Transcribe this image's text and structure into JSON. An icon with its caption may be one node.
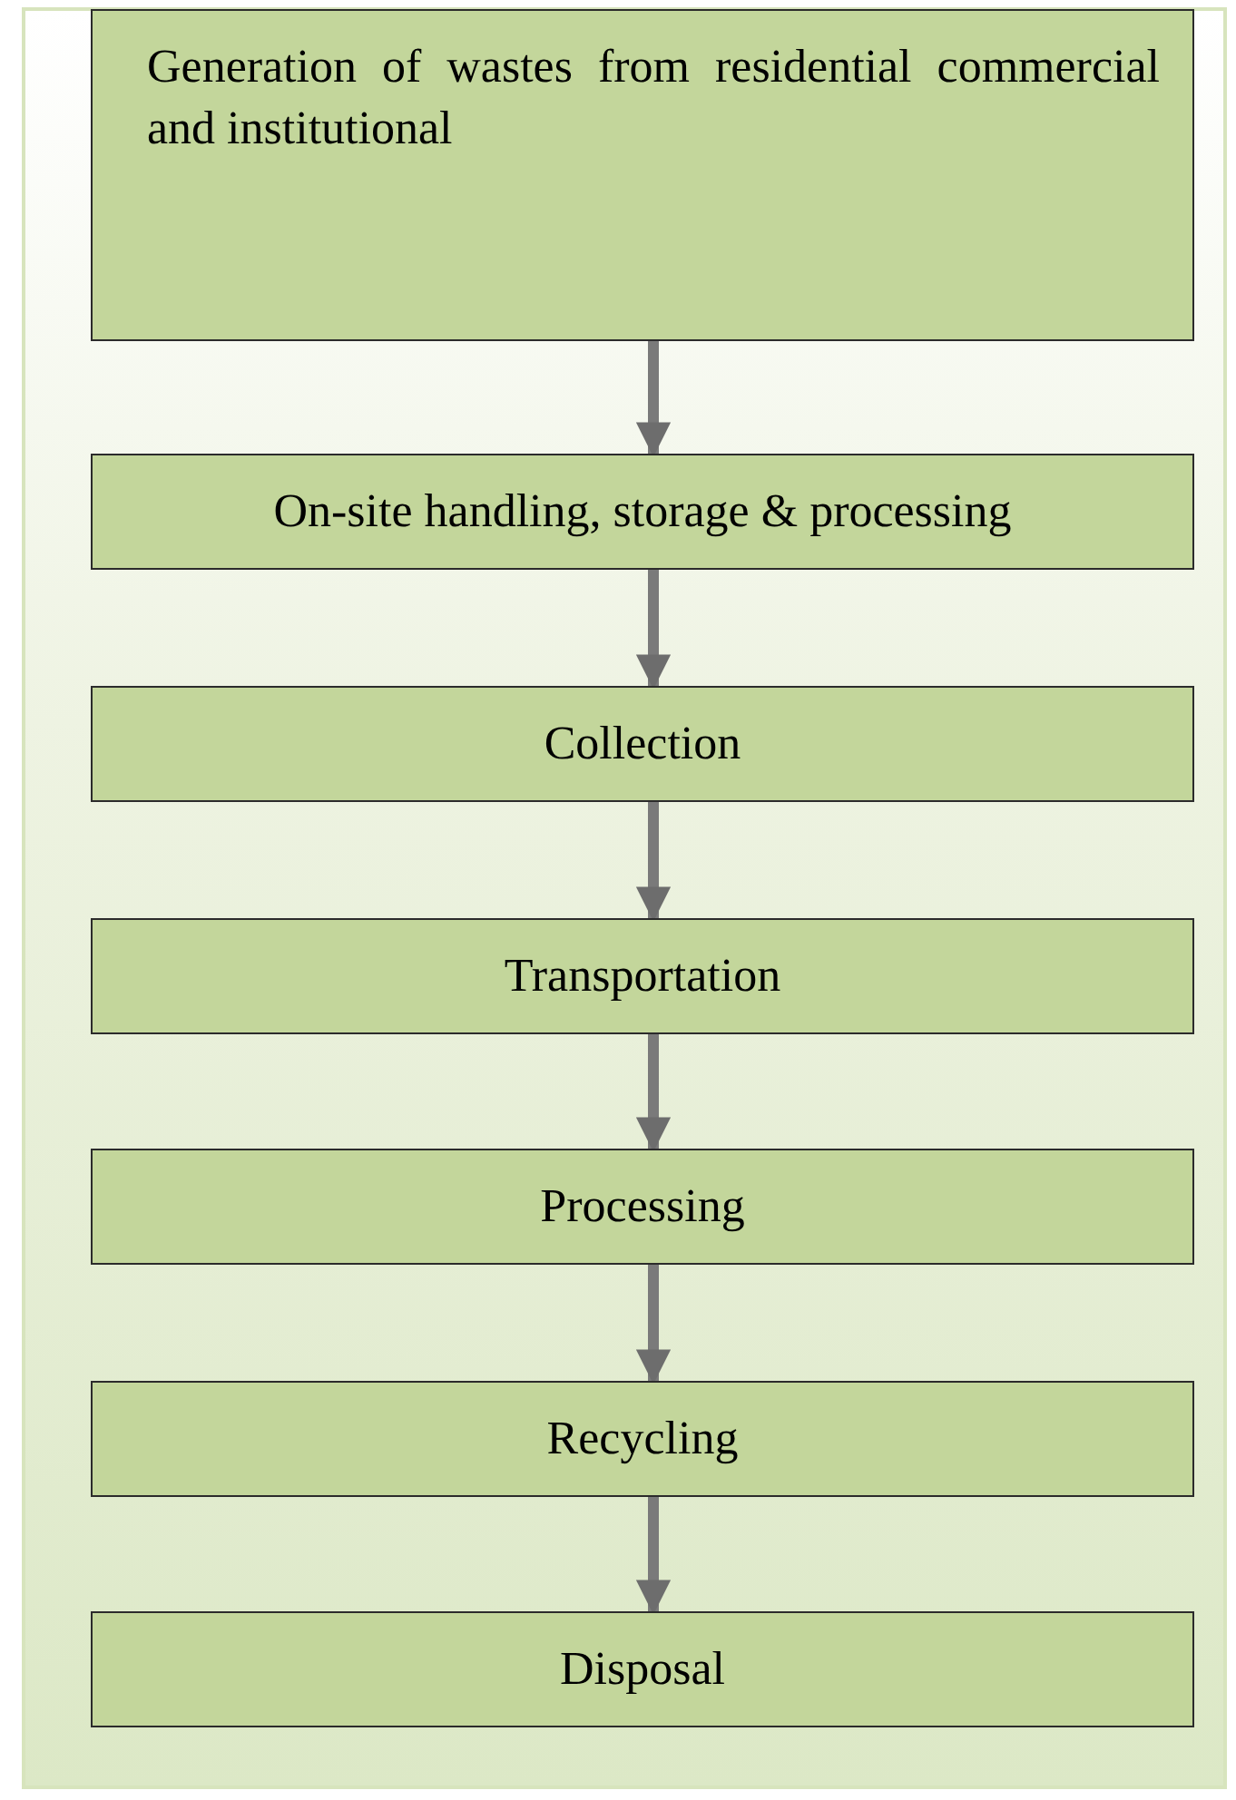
{
  "diagram": {
    "nodes": [
      {
        "text": [
          "Generation of wastes from residential commercial and institutional"
        ]
      },
      {
        "text": [
          "On-site handling, storage & processing"
        ]
      },
      {
        "text": [
          "Collection"
        ]
      },
      {
        "text": [
          "Transportation"
        ]
      },
      {
        "text": [
          "Processing"
        ]
      },
      {
        "text": [
          "Recycling"
        ]
      },
      {
        "text": [
          "Disposal"
        ]
      }
    ],
    "edges": [
      {
        "from": 0,
        "to": 1,
        "arrow": "to"
      },
      {
        "from": 1,
        "to": 2,
        "arrow": "to"
      },
      {
        "from": 2,
        "to": 3,
        "arrow": "to"
      },
      {
        "from": 3,
        "to": 4,
        "arrow": "to"
      },
      {
        "from": 4,
        "to": 5,
        "arrow": "to"
      },
      {
        "from": 5,
        "to": 6,
        "arrow": "to"
      }
    ]
  }
}
